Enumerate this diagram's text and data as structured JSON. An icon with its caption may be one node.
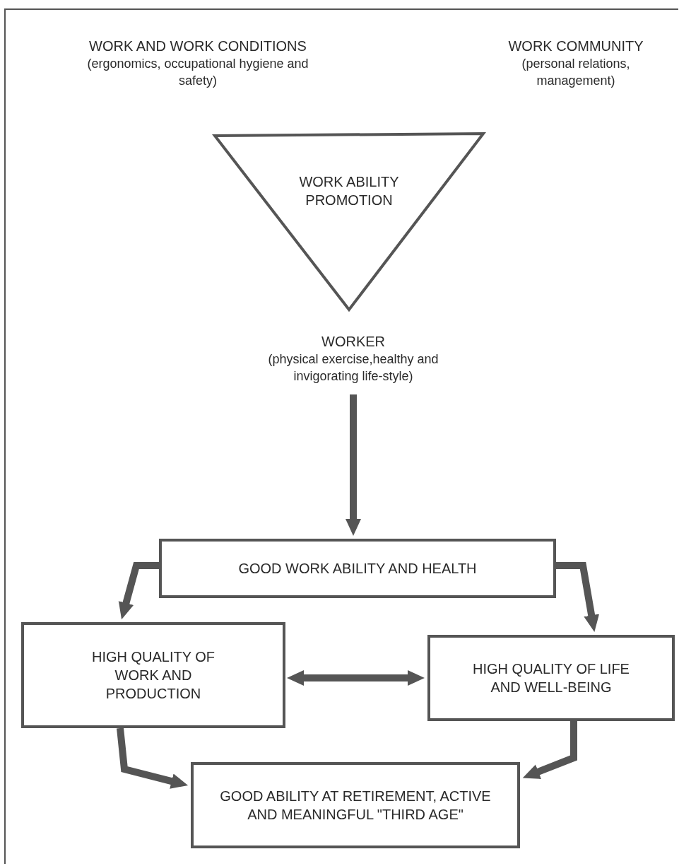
{
  "diagram": {
    "nodes": [
      {
        "text": [
          "WORK AND WORK CONDITIONS",
          "(ergonomics, occupational hygiene and safety)"
        ]
      },
      {
        "text": [
          "WORK COMMUNITY",
          "(personal relations, management)"
        ]
      },
      {
        "text": [
          "WORK ABILITY PROMOTION"
        ]
      },
      {
        "text": [
          "WORKER",
          "(physical exercise,healthy and invigorating life-style)"
        ]
      },
      {
        "text": [
          "GOOD WORK ABILITY AND HEALTH"
        ]
      },
      {
        "text": [
          "HIGH QUALITY OF WORK AND PRODUCTION"
        ]
      },
      {
        "text": [
          "HIGH QUALITY OF LIFE AND WELL-BEING"
        ]
      },
      {
        "text": [
          "GOOD ABILITY AT RETIREMENT, ACTIVE AND MEANINGFUL \"THIRD AGE\""
        ]
      }
    ],
    "edges": [
      {
        "from": 3,
        "to": 4,
        "arrow": "to"
      },
      {
        "from": 4,
        "to": 5,
        "arrow": "to"
      },
      {
        "from": 4,
        "to": 6,
        "arrow": "to"
      },
      {
        "from": 5,
        "to": 6,
        "arrow": "both"
      },
      {
        "from": 5,
        "to": 7,
        "arrow": "to"
      },
      {
        "from": 6,
        "to": 7,
        "arrow": "to"
      }
    ]
  }
}
